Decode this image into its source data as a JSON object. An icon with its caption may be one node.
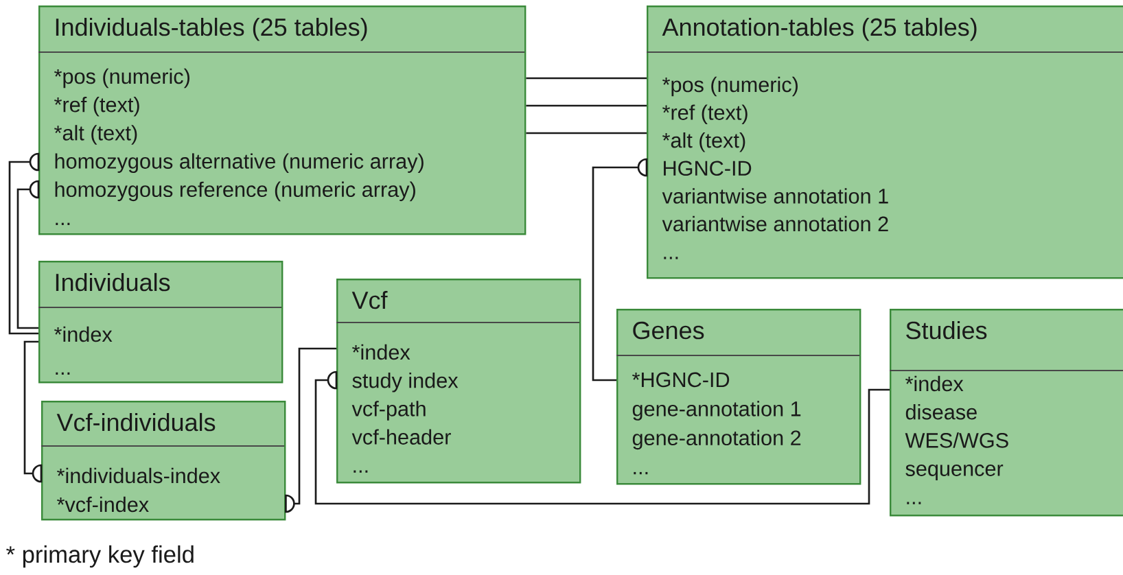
{
  "diagram": {
    "nodes": [
      {
        "text": [
          "Individuals-tables (25 tables)",
          "*pos (numeric)",
          "*ref (text)",
          "*alt (text)",
          "homozygous alternative (numeric array)",
          "homozygous reference (numeric array)",
          "..."
        ]
      },
      {
        "text": [
          "Annotation-tables (25 tables)",
          "*pos (numeric)",
          "*ref (text)",
          "*alt (text)",
          "HGNC-ID",
          "variantwise annotation 1",
          "variantwise annotation 2",
          "..."
        ]
      },
      {
        "text": [
          "Individuals",
          "*index",
          "..."
        ]
      },
      {
        "text": [
          "Vcf",
          "*index",
          "study index",
          "vcf-path",
          "vcf-header",
          "..."
        ]
      },
      {
        "text": [
          "Genes",
          "*HGNC-ID",
          "gene-annotation 1",
          "gene-annotation 2",
          "..."
        ]
      },
      {
        "text": [
          "Studies",
          "*index",
          "disease",
          "WES/WGS",
          "sequencer",
          "..."
        ]
      },
      {
        "text": [
          "Vcf-individuals",
          "*individuals-index",
          "*vcf-index"
        ]
      }
    ],
    "edges": [
      {
        "from": 0,
        "to": 1,
        "arrow": "none"
      },
      {
        "from": 0,
        "to": 1,
        "arrow": "none"
      },
      {
        "from": 0,
        "to": 1,
        "arrow": "none"
      },
      {
        "from": 2,
        "to": 0,
        "arrow": "other"
      },
      {
        "from": 2,
        "to": 0,
        "arrow": "other"
      },
      {
        "from": 2,
        "to": 6,
        "arrow": "other"
      },
      {
        "from": 3,
        "to": 6,
        "arrow": "other"
      },
      {
        "from": 5,
        "to": 3,
        "arrow": "other"
      },
      {
        "from": 4,
        "to": 1,
        "arrow": "other"
      }
    ],
    "labels": [
      "* primary key field"
    ]
  }
}
